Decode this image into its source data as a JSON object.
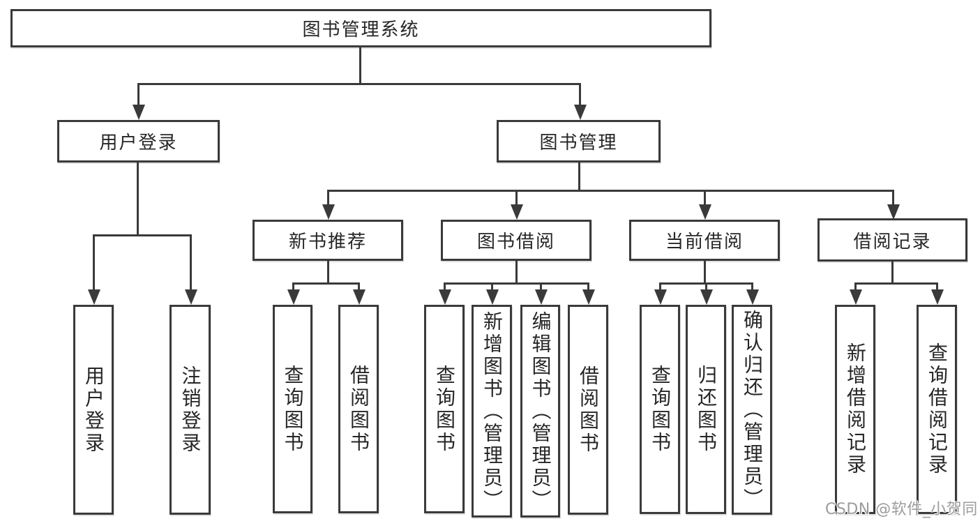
{
  "tree": {
    "root": {
      "label": "图书管理系统"
    },
    "branches": {
      "user_login": {
        "label": "用户登录",
        "children": {
          "login": {
            "label": "用户登录"
          },
          "logout": {
            "label": "注销登录"
          }
        }
      },
      "book_mgmt": {
        "label": "图书管理",
        "children": {
          "new_book_rec": {
            "label": "新书推荐",
            "children": {
              "query_books": {
                "label": "查询图书"
              },
              "borrow_books": {
                "label": "借阅图书"
              }
            }
          },
          "book_borrow": {
            "label": "图书借阅",
            "children": {
              "query_books": {
                "label": "查询图书"
              },
              "add_books": {
                "label": "新增图书（管理员）"
              },
              "edit_books": {
                "label": "编辑图书（管理员）"
              },
              "borrow_books": {
                "label": "借阅图书"
              }
            }
          },
          "current_borrow": {
            "label": "当前借阅",
            "children": {
              "query_books": {
                "label": "查询图书"
              },
              "return_books": {
                "label": "归还图书"
              },
              "confirm_return": {
                "label": "确认归还（管理员）"
              }
            }
          },
          "borrow_records": {
            "label": "借阅记录",
            "children": {
              "add_record": {
                "label": "新增借阅记录"
              },
              "query_record": {
                "label": "查询借阅记录"
              }
            }
          }
        }
      }
    }
  },
  "watermark": {
    "text": "CSDN @软件_小贺同学"
  },
  "colors": {
    "line": "#3a3a3a",
    "box_border": "#3a3a3a",
    "text": "#262626",
    "watermark": "#9c9c9c",
    "background": "#ffffff"
  }
}
